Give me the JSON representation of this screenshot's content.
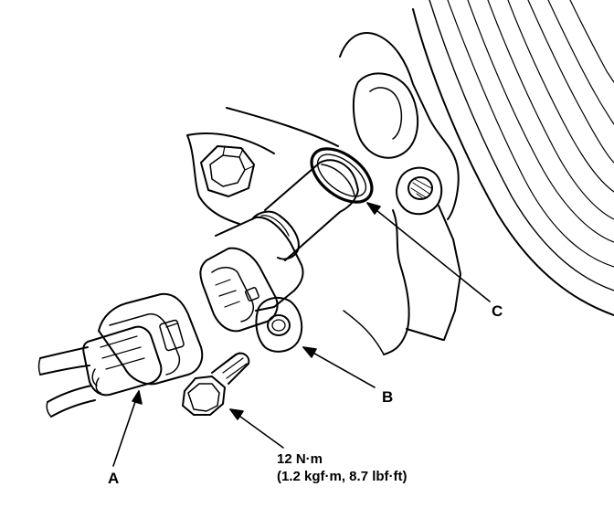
{
  "callouts": {
    "a": "A",
    "b": "B",
    "c": "C"
  },
  "torque": {
    "line1": "12 N·m",
    "line2": "(1.2 kgf·m, 8.7 lbf·ft)"
  },
  "colors": {
    "ink": "#000000",
    "paper": "#ffffff"
  }
}
